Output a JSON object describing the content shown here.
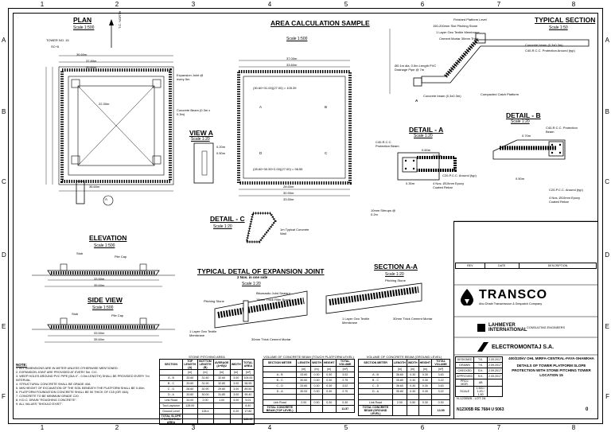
{
  "grid": {
    "columns": [
      "1",
      "2",
      "3",
      "4",
      "5",
      "6",
      "7",
      "8"
    ],
    "rows": [
      "A",
      "B",
      "C",
      "D",
      "E",
      "F"
    ]
  },
  "plan": {
    "title": "PLAN",
    "scale": "Scale 1:500",
    "tower_label": "TOWER NO. 15",
    "tower_sub": "SC+6",
    "north_label": "T.C. NORTH",
    "dims": [
      "36.60m",
      "37.80m",
      "35.80m",
      "22.30m",
      "36.60m"
    ],
    "expansion": "Expansion Joint @ every 5m",
    "beam": "Concrete Beam (0.3m x 0.3m)",
    "section_marker": "A"
  },
  "area_calc": {
    "title": "AREA CALCULATION SAMPLE",
    "scale": "Scale 1:500",
    "dims_top": [
      "37.00m",
      "33.60m"
    ],
    "formula_top": "(30.60+31.00)(27.00) = 105.39",
    "formula_bottom": "(28.60+30.90+2.00)(27.00) = 98.55",
    "dims_bottom": [
      "28.60m",
      "30.90m",
      "33.50m"
    ],
    "corner_labels": [
      "A",
      "B",
      "C",
      "D"
    ]
  },
  "view_a": {
    "title": "VIEW A",
    "scale": "Scale 1:20",
    "dims": [
      "0.20m",
      "0.50m"
    ]
  },
  "detail_c": {
    "title": "DETAIL - C",
    "scale": "Scale 1:20",
    "label": "1m Typical Concrete Wall"
  },
  "typical_section": {
    "title": "TYPICAL SECTION",
    "scale": "Scale 1:50",
    "labels": [
      "Finished Platform Level",
      "150-200mm Slot Pitching Stone",
      "1 Layer Geo Textile Membrane",
      "Cement Mortar 30mm Thick",
      "Concrete beam (0.3x0.3m)",
      "C40-R.C.C. Protection Around (typ)",
      "Compacted Catch Platform",
      "Concrete beam (0.3x0.3m)",
      "Ø0.1m dia, 0.5m Length PVC Drainage Pipe @ 7m"
    ],
    "marker": "A"
  },
  "detail_a": {
    "title": "DETAIL - A",
    "scale": "Scale 1:20",
    "labels": [
      "C40-R.C.C. Protection Beam",
      "C20-P.C.C. Around (typ)",
      "4 Nos. Ø10mm Epoxy Coated Rebar",
      "10mm Stirrups @ 0.2m"
    ],
    "dims": [
      "0.60m",
      "0.50m",
      "0.30m"
    ]
  },
  "detail_b": {
    "title": "DETAIL - B",
    "scale": "Scale 1:20",
    "labels": [
      "C40-R.C.C. Protection Beam",
      "C20-P.C.C. Around (typ)",
      "4 Nos. Ø10mm Epoxy Coated Rebar"
    ],
    "dims": [
      "0.70m",
      "0.50m"
    ]
  },
  "elevation": {
    "title": "ELEVATION",
    "scale": "Scale 1:500",
    "labels": [
      "Stub",
      "Pile Cap"
    ],
    "dims": [
      "33.50m",
      "35.60m"
    ]
  },
  "side_view": {
    "title": "SIDE VIEW",
    "scale": "Scale 1:500",
    "labels": [
      "Stub",
      "Pile Cap"
    ],
    "dims": [
      "33.50m",
      "35.60m"
    ]
  },
  "expansion_joint": {
    "title": "TYPICAL DETAL OF EXPANSION JOINT",
    "subtitle": "2 Nos. in one side",
    "scale": "Scale 1:20",
    "labels": [
      "Pitching Stone",
      "Bitumastic Joint Sealant",
      "18mm Thick Filler Board",
      "1 Layer Geo Textile Membrane",
      "30mm Thick Cement Mortar"
    ]
  },
  "section_aa": {
    "title": "SECTION A-A",
    "scale": "Scale 1:20",
    "labels": [
      "Pitching Stone",
      "1 Layer Geo Textile Membrane",
      "30mm Thick Cement Mortar"
    ]
  },
  "notes": {
    "title": "NOTE:",
    "items": [
      "1. ALL DIMENSIONS ARE IN METER UNLESS OTHERWISE MENTIONED.",
      "2. EXPANSION JOINT ARE PROVIDED AT EVERY 5m. C/C.",
      "3. WEEP HOLES AROUND PVC PIPE (DIA 4\" - 0.5m LENGTH) SHALL BE PROVIDED EVERY 7m INTERVAL.",
      "4. STRUCTURAL CONCRETE SHALL BE GRADE 40A.",
      "5. MIN HEIGHT OF EXCAVATION OF THE SOIL BENEATH THE PLATFORM SHALL BE 0.40m.",
      "6. PLATFORM FOUNDATION CONCRETE SHALL BE 50 THICK OF C15 (OR 15A).",
      "7. CONCRETE TO BE MINIMUM GRADE C20.",
      "8. H.D.C. DRAIN \"ROUGHING CONCRETE\".",
      "9. ALL VALUES \"SHOULD EXIST\"."
    ]
  },
  "table_stone": {
    "title": "STONE PITCHING AREA",
    "headers": [
      "SECTION",
      "TOP LENGTH (A)",
      "BOTTOM LENGTH (B)",
      "AVERAGE (A+B)/2",
      "WIDTH",
      "TOTAL AREA"
    ],
    "units": [
      "",
      "[m]",
      "[m]",
      "[m]",
      "[m]",
      "[m²]"
    ],
    "rows": [
      [
        "A - B",
        "33.60",
        "31.60",
        "32.60",
        "3.00",
        "105.00"
      ],
      [
        "B - C",
        "33.60",
        "31.90",
        "32.80",
        "3.00",
        "98.55"
      ],
      [
        "C - D",
        "28.60",
        "30.90",
        "29.80",
        "3.00",
        "89.50"
      ],
      [
        "D - A",
        "33.60",
        "30.00",
        "31.80",
        "3.00",
        "95.40"
      ],
      [
        "Link Road",
        "34.00",
        "2.00",
        "1.00",
        "4.00",
        "5.01"
      ],
      [
        "Tool Laydown",
        "128.00",
        "",
        "",
        "",
        "8.40"
      ],
      [
        "Ground Level",
        "",
        "128.4",
        "",
        "0.20",
        "17.80"
      ]
    ],
    "total": [
      "TOTAL SLOPE PROTECTION AREA",
      "",
      "",
      "",
      "",
      "466.95"
    ]
  },
  "table_beam_top": {
    "title": "VOLUME OF CONCRETE BEAM (TOUCH PLATFORM LEVEL)",
    "headers": [
      "SECTION METER",
      "LENGTH",
      "WIDTH",
      "HEIGHT",
      "TOTAL VOLUME"
    ],
    "units": [
      "",
      "[m]",
      "[m]",
      "[m]",
      "[m³]"
    ],
    "rows": [
      [
        "A - B",
        "33.60",
        "0.30",
        "0.30",
        "3.02"
      ],
      [
        "B - C",
        "30.60",
        "0.30",
        "0.30",
        "2.75"
      ],
      [
        "C - D",
        "33.60",
        "0.30",
        "0.30",
        "3.02"
      ],
      [
        "D - A",
        "30.00",
        "0.30",
        "0.30",
        "2.70"
      ],
      [
        "",
        "",
        "",
        "",
        ""
      ],
      [
        "Link Road",
        "2.00",
        "0.50",
        "0.30",
        "0.30"
      ]
    ],
    "total": [
      "TOTAL CONCRETE BEAM (TOP LEVEL)",
      "",
      "",
      "",
      "11.57"
    ]
  },
  "table_beam_ground": {
    "title": "VOLUME OF CONCRETE BEAM (GROUND LEVEL)",
    "headers": [
      "SECTION METER",
      "LENGTH",
      "WIDTH",
      "HEIGHT",
      "TOTAL VOLUME"
    ],
    "units": [
      "",
      "[m]",
      "[m]",
      "[m]",
      "[m³]"
    ],
    "rows": [
      [
        "A - B",
        "36.60",
        "0.30",
        "0.30",
        "3.63"
      ],
      [
        "B - C",
        "35.80",
        "0.30",
        "0.30",
        "3.22"
      ],
      [
        "C - D",
        "36.60",
        "0.30",
        "0.30",
        "3.63"
      ],
      [
        "D - A",
        "35.80",
        "0.30",
        "0.30",
        "3.22"
      ],
      [
        "",
        "",
        "",
        "",
        ""
      ],
      [
        "Link Road",
        "2.00",
        "0.50",
        "0.30",
        "0.30"
      ]
    ],
    "total": [
      "TOTAL CONCRETE BEAM (GROUND LEVEL)",
      "",
      "",
      "",
      "13.99"
    ]
  },
  "title_block": {
    "client": "TRANSCO",
    "client_sub": "Abu Dhabi Transmission & Despatch Company",
    "consultant": "LAHMEYER INTERNATIONAL",
    "consultant_sub": "CONSULTING ENGINEERS",
    "contractor": "ELECTROMONTAJ S.A.",
    "project": "400/220kV OHL MIRFA-CENTRAL-FAYA-SHAMKHA",
    "drawing_title": "DETAILS OF TOWER PLATFORM SLOPE PROTECTION WITH STONE PITCHING TOWER LOCATION 15",
    "contract_no": "N-12305/B - LOT 2A",
    "drawing_no": "N12305B RE 7684 U 5063",
    "revision": "0",
    "rows": [
      [
        "DESIGNED",
        "T.K.",
        "2.09.2017"
      ],
      [
        "DRAWN",
        "T.K.",
        "2.09.2017"
      ],
      [
        "CHECKED",
        "S.K.",
        "2.09.2017"
      ],
      [
        "APPROVED",
        "S.K.",
        "2.09.2017"
      ],
      [
        "PROJ. MGR.",
        "AB",
        ""
      ],
      [
        "SCALE",
        "1:500 / 1:20 / 1:50",
        ""
      ]
    ],
    "rev_header": [
      "REV",
      "DATE",
      "DESCRIPTION"
    ]
  }
}
